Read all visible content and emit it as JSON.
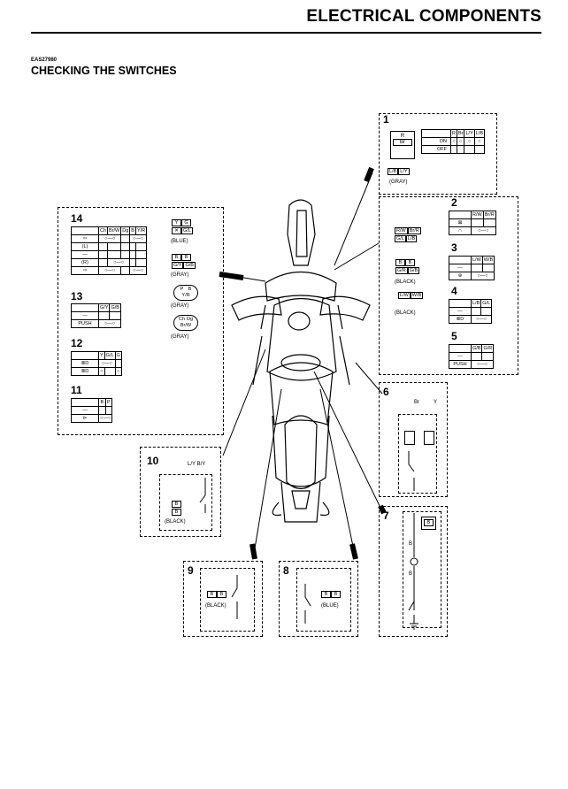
{
  "header": {
    "title": "ELECTRICAL COMPONENTS",
    "code": "EAS27980",
    "section_title": "CHECKING THE SWITCHES"
  },
  "sw1": {
    "num": "1",
    "cols": [
      "R",
      "Br",
      "L/Y",
      "L/B"
    ],
    "rows": [
      "ON",
      "OFF"
    ],
    "conn_a": "R",
    "conn_b": "Br",
    "pins": [
      "L/B",
      "L/Y"
    ],
    "color": "(GRAY)"
  },
  "sw2": {
    "num": "2",
    "cols": [
      "R/W",
      "Br/R"
    ]
  },
  "sw3": {
    "num": "3",
    "cols": [
      "L/W",
      "W/B"
    ]
  },
  "sw4": {
    "num": "4",
    "cols": [
      "L/B",
      "G/L"
    ]
  },
  "sw5": {
    "num": "5",
    "cols": [
      "G/B",
      "G/R"
    ],
    "row": "PUSH"
  },
  "conn2": {
    "rows": [
      [
        "R/W",
        "Br/R"
      ],
      [
        "G/L",
        "L/B"
      ]
    ],
    "c2": [
      [
        "B",
        "B"
      ],
      [
        "G/R",
        "G/B"
      ]
    ],
    "c2_color": "(BLACK)",
    "c3": [
      "L/W",
      "W/B"
    ],
    "c3_color": "(BLACK)"
  },
  "sw6": {
    "num": "6",
    "wires": [
      "Br",
      "Y"
    ]
  },
  "sw7": {
    "num": "7",
    "conn": "B",
    "wire_a": "B",
    "wire_b": "B"
  },
  "sw8": {
    "num": "8",
    "conn": [
      "B",
      "B"
    ],
    "color": "(BLUE)"
  },
  "sw9": {
    "num": "9",
    "conn": [
      "B",
      "B"
    ],
    "color": "(BLACK)"
  },
  "sw10": {
    "num": "10",
    "wires": "L/Y B/Y",
    "conn": [
      "B",
      "B"
    ],
    "color": "(BLACK)"
  },
  "sw11": {
    "num": "11",
    "cols": [
      "B",
      "P"
    ]
  },
  "sw12": {
    "num": "12",
    "cols": [
      "Y",
      "G/L",
      "G"
    ]
  },
  "sw13": {
    "num": "13",
    "cols": [
      "G/Y",
      "G/B"
    ],
    "row": "PUSH"
  },
  "sw14": {
    "num": "14",
    "cols": [
      "Ch",
      "Br/W",
      "Dg",
      "B",
      "Y/R"
    ],
    "rows": [
      "⇦",
      "(L)",
      "—",
      "(R)",
      "⇨"
    ]
  },
  "conn14": {
    "a": [
      "Y",
      "G",
      "G/L"
    ],
    "a_color": "(BLUE)",
    "b": [
      "B",
      "B",
      "G/Y",
      "G/B"
    ],
    "b_color": "(GRAY)",
    "c": [
      "P",
      "B",
      "Y/R"
    ],
    "c_color": "(GRAY)",
    "d": [
      "Ch",
      "Dg",
      "Br/W"
    ],
    "d_color": "(GRAY)"
  }
}
